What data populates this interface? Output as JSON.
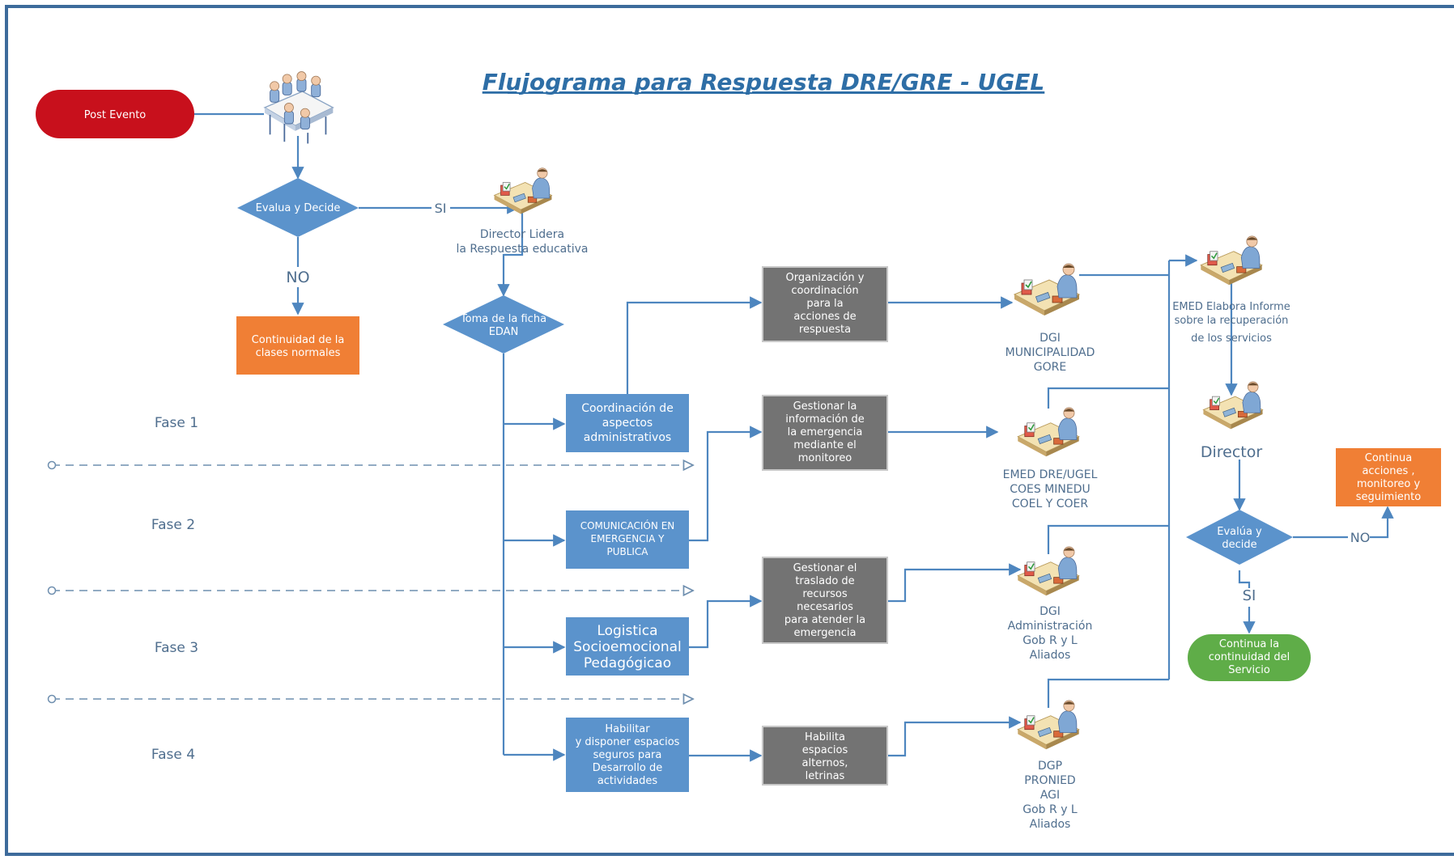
{
  "title": "Flujograma para Respuesta DRE/GRE - UGEL",
  "colors": {
    "frame": "#3d6b9b",
    "start": "#c8101c",
    "decision": "#5b93cc",
    "process_blue": "#5b93cc",
    "process_gray": "#737373",
    "orange": "#f07f35",
    "green": "#5fad48",
    "connector": "#4e86bf"
  },
  "start": {
    "label": "Post Evento"
  },
  "decision1": {
    "label": "Evalua y Decide",
    "yes": "SI",
    "no": "NO"
  },
  "continuity_normal": {
    "lines": [
      "Continuidad de la",
      "clases normales"
    ]
  },
  "director_lead": {
    "lines": [
      "Director Lidera",
      "la Respuesta educativa"
    ]
  },
  "edan": {
    "lines": [
      "Toma de la ficha",
      "EDAN"
    ]
  },
  "phases": [
    "Fase 1",
    "Fase 2",
    "Fase 3",
    "Fase 4"
  ],
  "actions": [
    {
      "lines": [
        "Coordinación de",
        "aspectos",
        "administrativos"
      ]
    },
    {
      "lines": [
        "COMUNICACIÓN EN",
        "EMERGENCIA Y",
        "PUBLICA"
      ]
    },
    {
      "lines": [
        "Logistica",
        "Socioemocional",
        "Pedagógicao"
      ]
    },
    {
      "lines": [
        "Habilitar",
        "y disponer espacios",
        "seguros para",
        "Desarrollo de",
        "actividades"
      ]
    }
  ],
  "tasks": [
    {
      "lines": [
        "Organización y",
        "coordinación",
        "para la",
        "acciones de",
        "respuesta"
      ]
    },
    {
      "lines": [
        "Gestionar la",
        "información de",
        "la emergencia",
        "mediante el",
        "monitoreo"
      ]
    },
    {
      "lines": [
        "Gestionar el",
        "traslado de",
        "recursos",
        "necesarios",
        "para atender la",
        "emergencia"
      ]
    },
    {
      "lines": [
        "Habilita",
        "espacios",
        "alternos,",
        "letrinas"
      ]
    }
  ],
  "actors": [
    {
      "lines": [
        "DGI",
        "MUNICIPALIDAD",
        "GORE"
      ],
      "icon": "desk-worker-icon"
    },
    {
      "lines": [
        "EMED DRE/UGEL",
        "COES MINEDU",
        "COEL Y COER"
      ],
      "icon": "desk-worker-icon"
    },
    {
      "lines": [
        "DGI",
        "Administración",
        "Gob R y L",
        "Aliados"
      ],
      "icon": "desk-worker-icon"
    },
    {
      "lines": [
        "DGP",
        "PRONIED",
        "AGI",
        "Gob R y L",
        "Aliados"
      ],
      "icon": "desk-worker-icon"
    }
  ],
  "emed_report": {
    "lines": [
      "EMED Elabora Informe",
      "sobre la recuperación",
      "de los servicios"
    ]
  },
  "director": {
    "label": "Director"
  },
  "decision2": {
    "lines": [
      "Evalúa y",
      "decide"
    ],
    "yes": "SI",
    "no": "NO"
  },
  "continue_actions": {
    "lines": [
      "Continua",
      "acciones ,",
      "monitoreo y",
      "seguimiento"
    ]
  },
  "continue_service": {
    "lines": [
      "Continua la",
      "continuidad del",
      "Servicio"
    ]
  }
}
